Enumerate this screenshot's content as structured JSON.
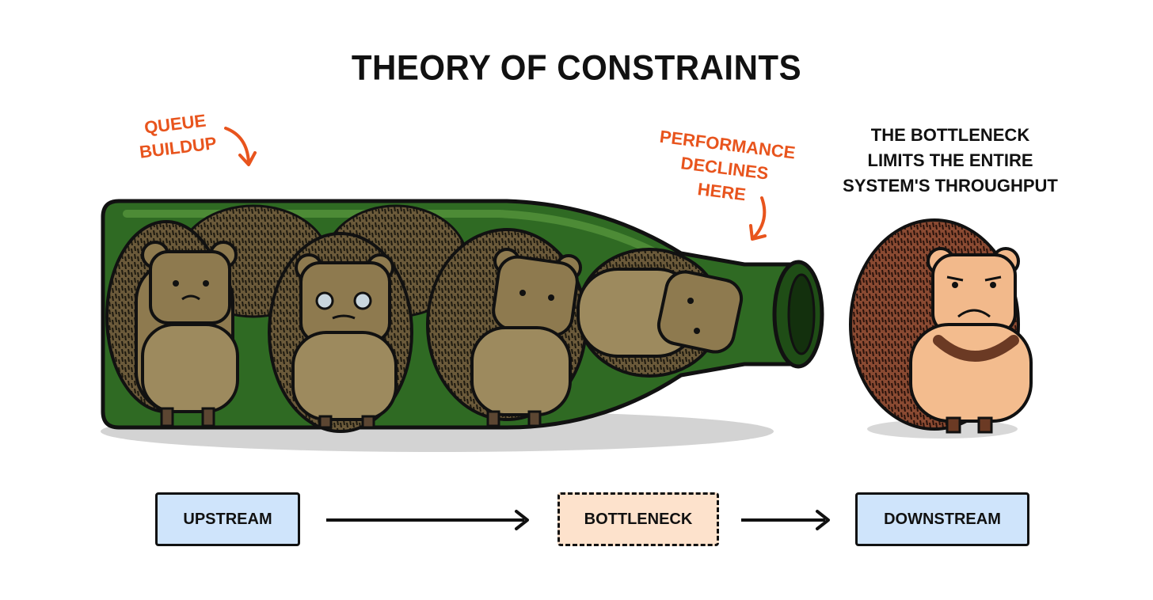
{
  "title": "THEORY OF CONSTRAINTS",
  "annotations": {
    "queue_buildup": [
      "QUEUE",
      "BUILDUP"
    ],
    "performance": [
      "PERFORMANCE",
      "DECLINES",
      "HERE"
    ]
  },
  "caption": [
    "THE BOTTLENECK",
    "LIMITS THE ENTIRE",
    "SYSTEM'S THROUGHPUT"
  ],
  "flow": {
    "upstream": "UPSTREAM",
    "bottleneck": "BOTTLENECK",
    "downstream": "DOWNSTREAM"
  },
  "colors": {
    "accent": "#e8541d",
    "bottle": "#2f6a23",
    "box_blue": "#cfe4fb",
    "box_peach": "#fde2cc"
  }
}
